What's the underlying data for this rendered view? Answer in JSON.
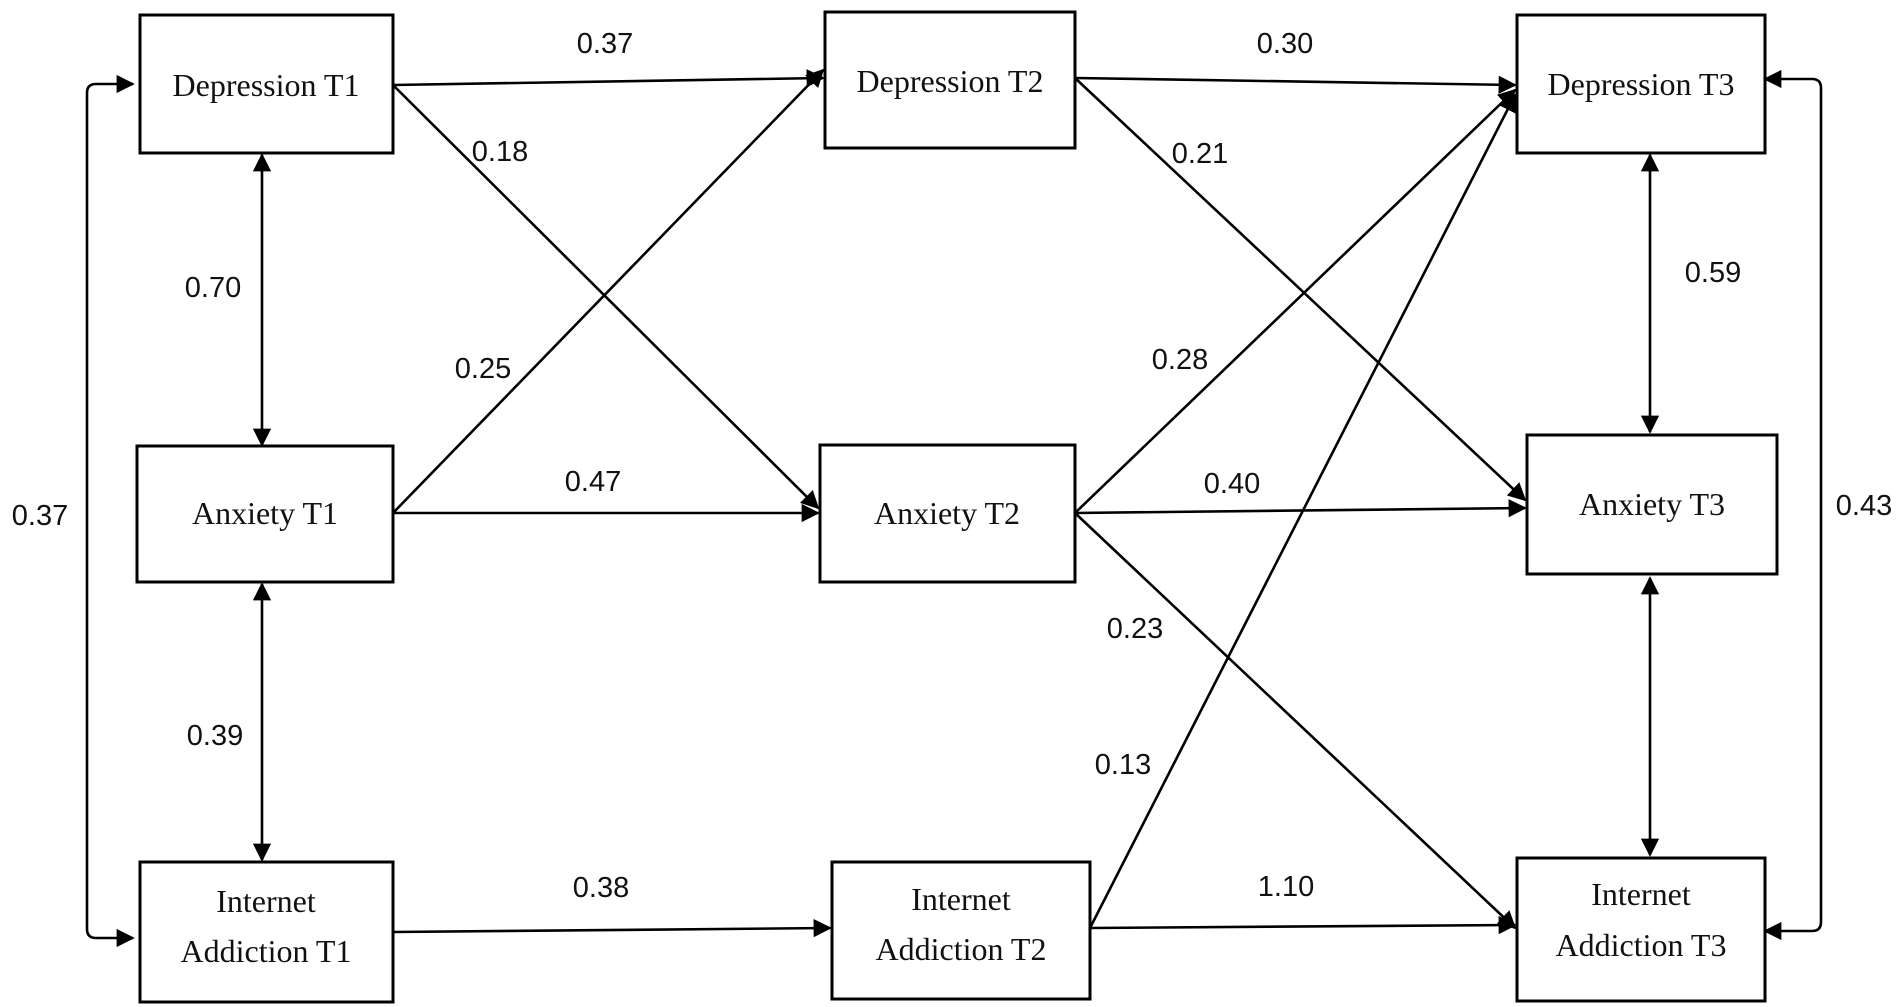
{
  "nodes": {
    "dep_t1": "Depression T1",
    "dep_t2": "Depression T2",
    "dep_t3": "Depression T3",
    "anx_t1": "Anxiety T1",
    "anx_t2": "Anxiety T2",
    "anx_t3": "Anxiety T3",
    "ia_t1": [
      "Internet",
      "Addiction T1"
    ],
    "ia_t2": [
      "Internet",
      "Addiction T2"
    ],
    "ia_t3": [
      "Internet",
      "Addiction T3"
    ]
  },
  "paths": {
    "dep_t1_dep_t2": "0.37",
    "dep_t2_dep_t3": "0.30",
    "dep_t1_anx_t2": "0.18",
    "dep_t2_anx_t3": "0.21",
    "anx_t1_dep_t2": "0.25",
    "anx_t1_anx_t2": "0.47",
    "anx_t2_dep_t3": "0.28",
    "anx_t2_anx_t3": "0.40",
    "anx_t2_ia_t3": "0.23",
    "ia_t1_ia_t2": "0.38",
    "ia_t2_dep_t3": "0.13",
    "ia_t2_ia_t3": "1.10"
  },
  "correlations": {
    "dep_t1_anx_t1": "0.70",
    "anx_t1_ia_t1": "0.39",
    "dep_t1_ia_t1": "0.37",
    "dep_t3_anx_t3": "0.59",
    "dep_t3_ia_t3": "0.43"
  },
  "colors": {
    "stroke": "#000000",
    "background": "#ffffff"
  }
}
